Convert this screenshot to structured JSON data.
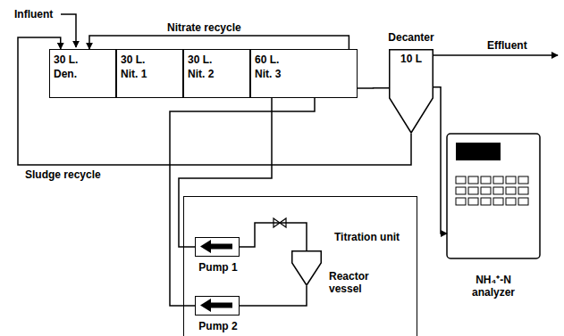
{
  "diagram": {
    "nodes": [
      {
        "text": [
          "30 L.",
          "Den."
        ]
      },
      {
        "text": [
          "30 L.",
          "Nit. 1"
        ]
      },
      {
        "text": [
          "30 L.",
          "Nit. 2"
        ]
      },
      {
        "text": [
          "60 L.",
          "Nit. 3"
        ]
      },
      {
        "text": [
          "Decanter",
          "10 L"
        ]
      },
      {
        "text": [
          "NH₄⁺-N analyzer"
        ]
      },
      {
        "text": [
          "Titration unit"
        ]
      },
      {
        "text": [
          "Pump 1"
        ],
        "in": 6
      },
      {
        "text": [
          "Pump 2"
        ],
        "in": 6
      },
      {
        "text": [
          "Reactor vessel"
        ],
        "in": 6
      }
    ],
    "edges": [
      {
        "from": 3,
        "to": 0,
        "arrow": "to",
        "label": "Nitrate recycle"
      },
      {
        "from": 4,
        "to": 0,
        "arrow": "to",
        "label": "Sludge recycle"
      },
      {
        "from": 3,
        "to": 4,
        "arrow": "none"
      },
      {
        "from": 3,
        "to": 7,
        "arrow": "none"
      },
      {
        "from": 7,
        "to": 9,
        "arrow": "none"
      },
      {
        "from": 9,
        "to": 8,
        "arrow": "none"
      },
      {
        "from": 8,
        "to": 3,
        "arrow": "none"
      },
      {
        "from": 4,
        "to": 5,
        "arrow": "to"
      }
    ],
    "labels": [
      "Influent",
      "Effluent"
    ]
  }
}
